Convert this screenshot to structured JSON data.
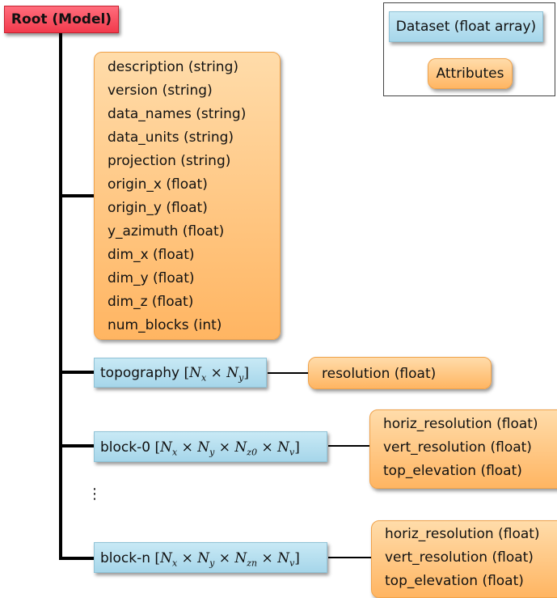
{
  "root": {
    "label": "Root (Model)"
  },
  "legend": {
    "dataset_label": "Dataset (float array)",
    "attributes_label": "Attributes"
  },
  "model_attributes": [
    "description (string)",
    "version (string)",
    "data_names (string)",
    "data_units (string)",
    "projection (string)",
    "origin_x (float)",
    "origin_y (float)",
    "y_azimuth (float)",
    "dim_x (float)",
    "dim_y (float)",
    "dim_z (float)",
    "num_blocks (int)"
  ],
  "topography": {
    "name": "topography",
    "shape_open": "[",
    "nx": "N",
    "nx_sub": "x",
    "times": "×",
    "ny": "N",
    "ny_sub": "y",
    "shape_close": "]",
    "attributes": [
      "resolution (float)"
    ]
  },
  "block0": {
    "name": "block-0",
    "nz_sub": "z0",
    "nv_sub": "v",
    "attributes": [
      "horiz_resolution (float)",
      "vert_resolution (float)",
      "top_elevation (float)"
    ]
  },
  "ellipsis": "⋮",
  "blockn": {
    "name": "block-n",
    "nz_sub": "zn",
    "nv_sub": "v",
    "attributes": [
      "horiz_resolution (float)",
      "vert_resolution (float)",
      "top_elevation (float)"
    ]
  }
}
